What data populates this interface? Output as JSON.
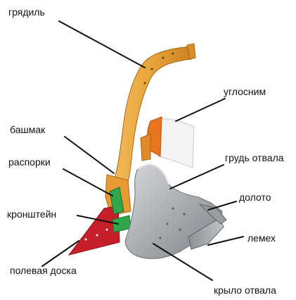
{
  "labels": {
    "beam": "грядиль",
    "jointer": "углосним",
    "shoe": "башмак",
    "braces": "распорки",
    "moldboard_breast": "грудь отвала",
    "chisel": "долото",
    "bracket": "кронштейн",
    "share": "лемех",
    "landside": "полевая доска",
    "moldboard_wing": "крыло отвала"
  },
  "colors": {
    "beam": "#e8a43a",
    "jointer_tip": "#e8741e",
    "moldboard": "#b5b8bd",
    "bracket": "#2fa84a",
    "landside": "#c8202a",
    "leader": "#111111"
  }
}
